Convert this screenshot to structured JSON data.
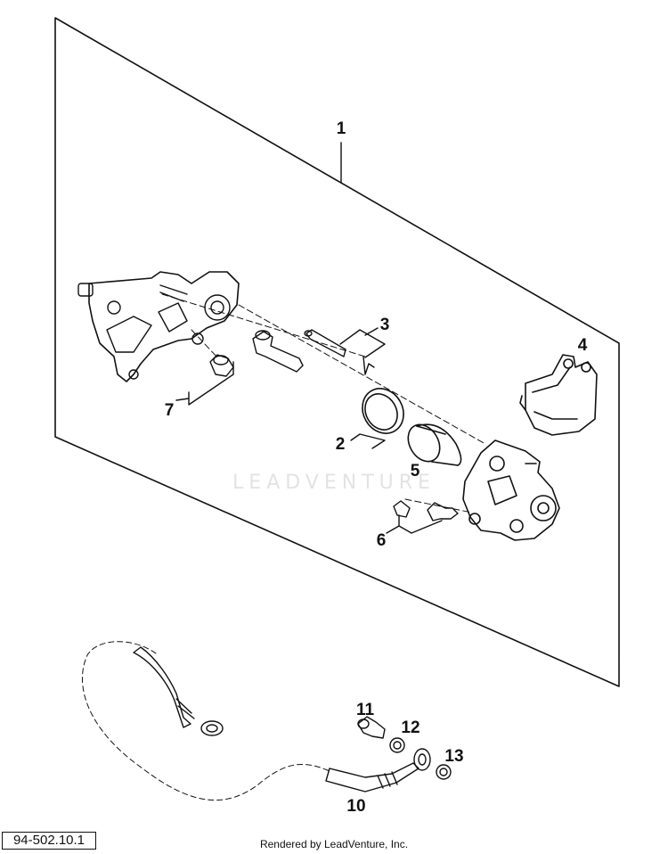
{
  "diagram": {
    "callouts": [
      {
        "id": "1",
        "label": "1"
      },
      {
        "id": "2",
        "label": "2"
      },
      {
        "id": "3",
        "label": "3"
      },
      {
        "id": "4",
        "label": "4"
      },
      {
        "id": "5",
        "label": "5"
      },
      {
        "id": "6",
        "label": "6"
      },
      {
        "id": "7",
        "label": "7"
      },
      {
        "id": "10",
        "label": "10"
      },
      {
        "id": "11",
        "label": "11"
      },
      {
        "id": "12",
        "label": "12"
      },
      {
        "id": "13",
        "label": "13"
      }
    ],
    "watermark": "LEADVENTURE",
    "diagram_id": "94-502.10.1",
    "footer": "Rendered by LeadVenture, Inc."
  }
}
